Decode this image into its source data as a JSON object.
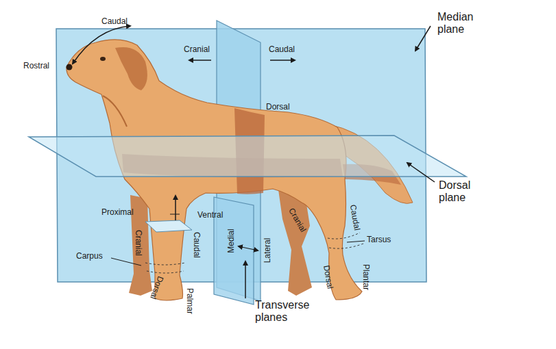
{
  "diagram": {
    "labels": [
      "Caudal",
      "Rostral",
      "Cranial",
      "Caudal",
      "Median plane",
      "Dorsal",
      "Dorsal plane",
      "Proximal",
      "Ventral",
      "Cranial",
      "Caudal",
      "Carpus",
      "Dorsal",
      "Palmar",
      "Medial",
      "Lateral",
      "Cranial",
      "Caudal",
      "Tarsus",
      "Dorsal",
      "Plantar",
      "Transverse planes"
    ]
  }
}
